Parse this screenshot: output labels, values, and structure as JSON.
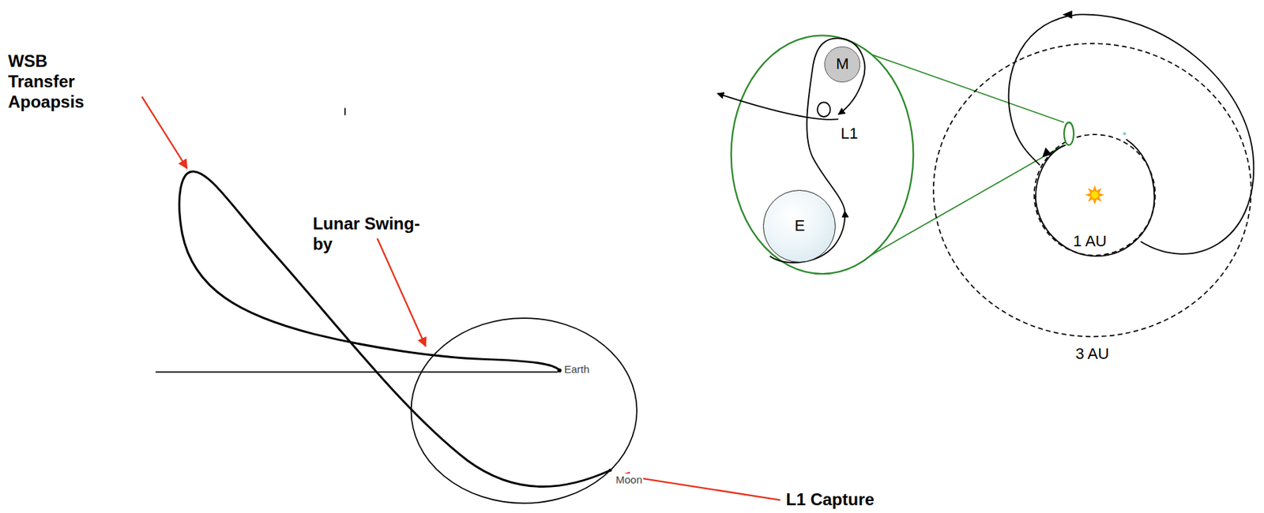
{
  "diagram": {
    "nodes": [
      {
        "text": [
          "M"
        ]
      },
      {
        "text": [
          "E"
        ]
      }
    ],
    "labels": [
      "WSB Transfer Apoapsis",
      "Lunar Swing- by",
      "Earth",
      "Moon",
      "L1 Capture",
      "L1",
      "1 AU",
      "3 AU"
    ]
  }
}
